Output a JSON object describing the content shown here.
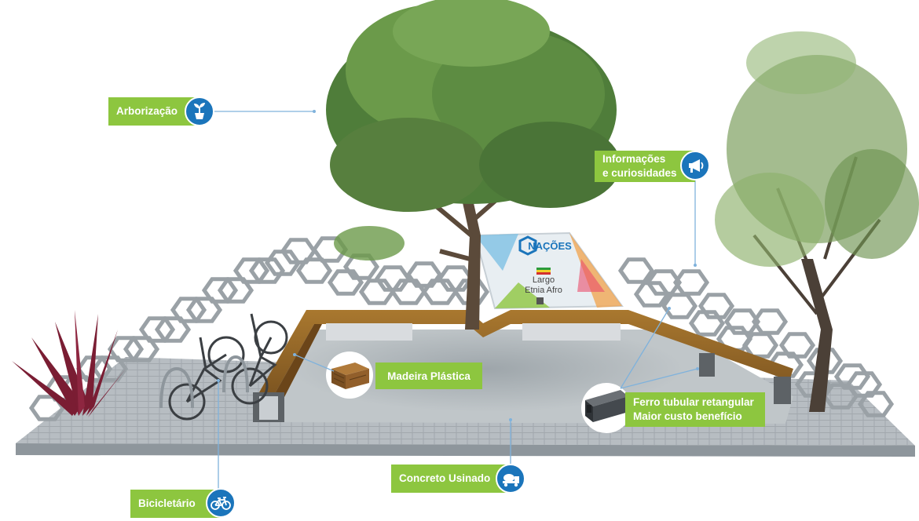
{
  "labels": {
    "arborizacao": "Arborização",
    "informacoes_l1": "Informações",
    "informacoes_l2": "e curiosidades",
    "madeira": "Madeira Plástica",
    "ferro_l1": "Ferro tubular retangular",
    "ferro_l2": "Maior custo benefício",
    "concreto": "Concreto Usinado",
    "bicicletario": "Bicicletário"
  },
  "sign": {
    "brand": "NAÇÕES",
    "line1": "Largo",
    "line2": "Etnia Afro"
  },
  "icons": {
    "arborizacao": "plant-pot-icon",
    "informacoes": "megaphone-icon",
    "concreto": "concrete-mixer-truck-icon",
    "bicicletario": "bicycle-icon"
  },
  "colors": {
    "label_green": "#8dc63f",
    "icon_blue": "#1b75bb",
    "leader_line": "#7fb2dc"
  }
}
